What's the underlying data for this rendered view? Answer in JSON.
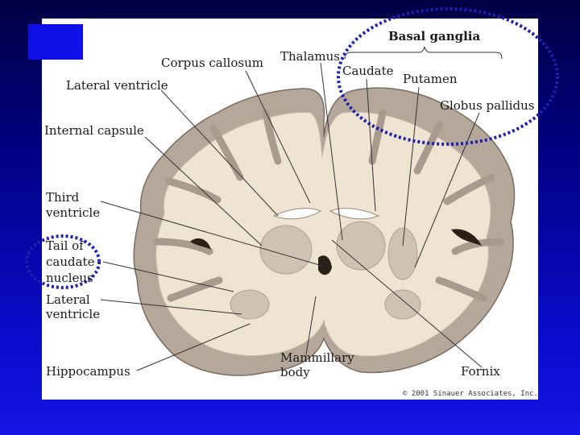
{
  "labels": {
    "basal_ganglia": "Basal ganglia",
    "corpus_callosum": "Corpus callosum",
    "thalamus": "Thalamus",
    "caudate": "Caudate",
    "putamen": "Putamen",
    "globus_pallidus": "Globus pallidus",
    "lateral_ventricle_top": "Lateral ventricle",
    "internal_capsule": "Internal capsule",
    "third_ventricle": [
      "Third",
      "ventricle"
    ],
    "tail_of_caudate": [
      "Tail of",
      "caudate",
      "nucleus"
    ],
    "lateral_ventricle_bottom": [
      "Lateral",
      "ventricle"
    ],
    "hippocampus": "Hippocampus",
    "mammillary_body": [
      "Mammillary",
      "body"
    ],
    "fornix": "Fornix"
  },
  "copyright": "© 2001 Sinauer Associates, Inc.",
  "colors": {
    "background_top": "#000044",
    "background_bottom": "#1414e6",
    "figure_bg": "#ffffff",
    "highlight_ellipse": "#2020b0",
    "gray_matter": "#b5a89a",
    "white_matter": "#efe3d2",
    "ventricle_dark": "#2a2018"
  }
}
